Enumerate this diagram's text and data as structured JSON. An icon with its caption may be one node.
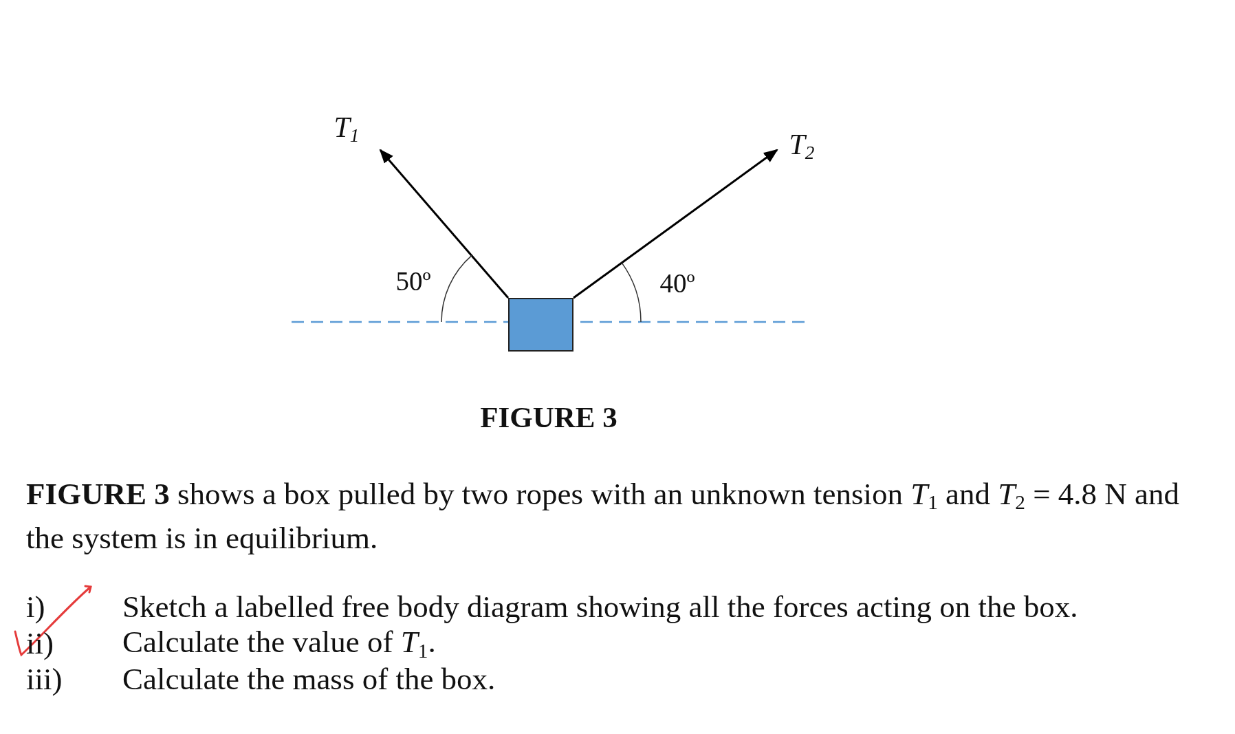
{
  "diagram": {
    "caption": "FIGURE 3",
    "nodes": [
      {
        "text": [],
        "shape": "box"
      }
    ],
    "labels": [
      "*T*$_{1}$",
      "*T*$_{2}$",
      "50º",
      "40º",
      "**FIGURE 3** shows a box pulled by two ropes with an unknown tension *T*$_{1}$ and *T*$_{2}$ = 4.8 N and the system is in equilibrium.",
      "i)",
      "Sketch a labelled free body diagram showing all the forces acting on the box.",
      "ii)",
      "Calculate the value of *T*$_{1}$.",
      "iii)",
      "Calculate the mass of the box."
    ]
  }
}
